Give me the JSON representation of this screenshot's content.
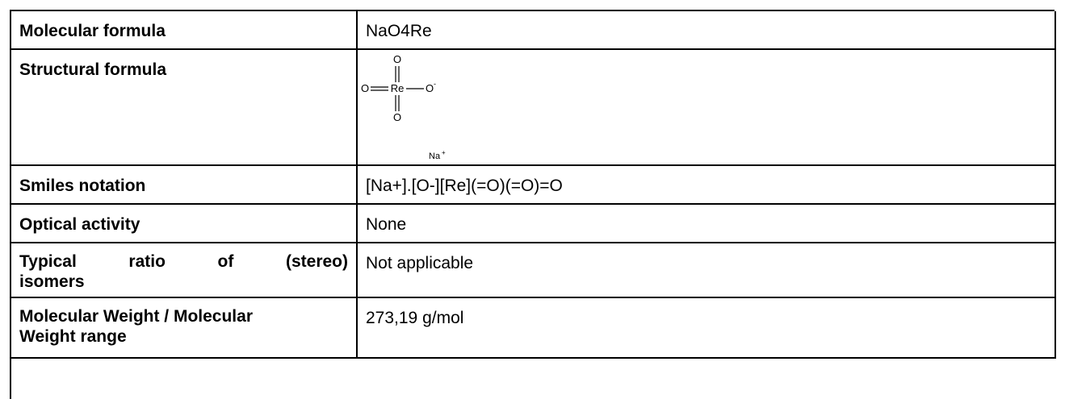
{
  "rows": [
    {
      "label": "Molecular formula",
      "value": "NaO4Re"
    },
    {
      "label": "Structural formula",
      "value": ""
    },
    {
      "label": "Smiles notation",
      "value": "[Na+].[O-][Re](=O)(=O)=O"
    },
    {
      "label": "Optical activity",
      "value": "None"
    },
    {
      "label_line1": "Typical ratio of (stereo)",
      "label_line2": "isomers",
      "value": "Not applicable"
    },
    {
      "label_line1": "Molecular Weight / Molecular",
      "label_line2": "Weight range",
      "value": "273,19 g/mol"
    }
  ],
  "structure": {
    "center": "Re",
    "top": "O",
    "bottom": "O",
    "left": "O",
    "right": "O",
    "right_charge": "-",
    "counter_ion": "Na",
    "counter_charge": "+"
  }
}
